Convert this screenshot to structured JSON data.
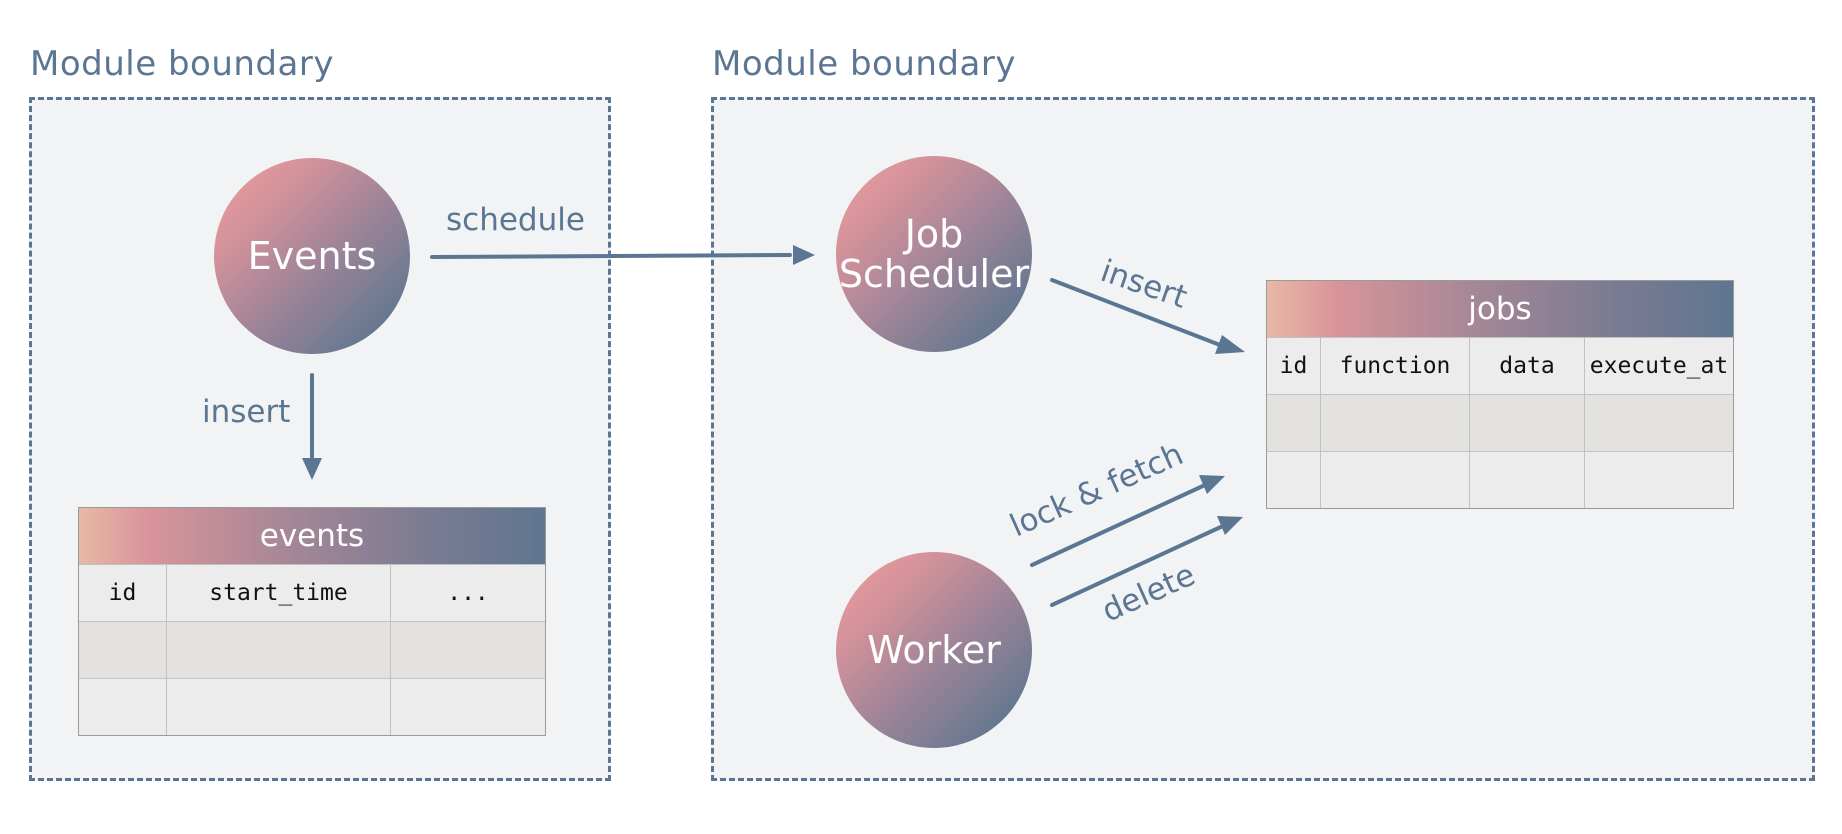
{
  "modules": [
    {
      "label": "Module boundary"
    },
    {
      "label": "Module boundary"
    }
  ],
  "nodes": {
    "events": {
      "label": "Events"
    },
    "job_scheduler": {
      "line1": "Job",
      "line2": "Scheduler"
    },
    "worker": {
      "label": "Worker"
    }
  },
  "edges": {
    "schedule": "schedule",
    "events_insert": "insert",
    "scheduler_insert": "insert",
    "lock_fetch": "lock & fetch",
    "delete": "delete"
  },
  "tables": {
    "events": {
      "name": "events",
      "columns": [
        "id",
        "start_time",
        "..."
      ],
      "empty_rows": 2
    },
    "jobs": {
      "name": "jobs",
      "columns": [
        "id",
        "function",
        "data",
        "execute_at"
      ],
      "empty_rows": 2
    }
  },
  "colors": {
    "accent": "#5b7693",
    "module_background": "#f2f3f5",
    "node_gradient_start": "#e39b9d",
    "node_gradient_end": "#60778f"
  }
}
